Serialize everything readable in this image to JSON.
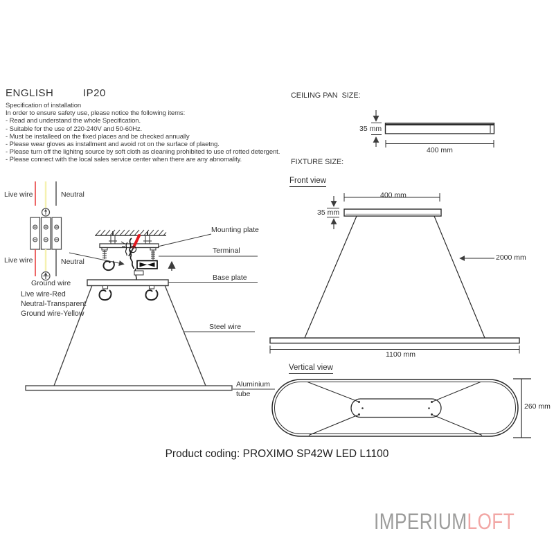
{
  "header": {
    "language": "ENGLISH",
    "ip_rating": "IP20"
  },
  "specification": {
    "title": "Specification of installation",
    "intro": "In order to ensure safety use, please notice the following items:",
    "items": [
      "- Read and understand the whole Specification.",
      "- Suitable for the use of 220-240V and 50-60Hz.",
      "- Must be installeed on the fixed places and be checked annually",
      "- Please wear gloves as installment and avoid rot on the surface of plaetng.",
      "- Please turn off the lighitng source by soft cloth as cleaning prohibited to use of rotted detergent.",
      "- Please connect with the local sales service center when there are any abnomality."
    ]
  },
  "wiring": {
    "label_live_top": "Live wire",
    "label_neutral_top": "Neutral",
    "label_live_bottom": "Live wire",
    "label_neutral_bottom": "Neutral",
    "label_ground": "Ground wire",
    "legend": [
      "Live wire-Red",
      "Neutral-Transparent",
      "Ground wire-Yellow"
    ],
    "colors": {
      "live_wire": "#e8403f",
      "neutral_wire": "#5f5f5f",
      "ground_wire": "#f5f1b0"
    }
  },
  "installation": {
    "labels": {
      "mounting_plate": "Mounting plate",
      "terminal": "Terminal",
      "base_plate": "Base plate",
      "steel_wire": "Steel wire",
      "aluminium_tube_line1": "Aluminium",
      "aluminium_tube_line2": "tube"
    }
  },
  "ceiling_pan": {
    "title": "CEILING PAN  SIZE:",
    "height_dim": "35 mm",
    "width_dim": "400 mm"
  },
  "fixture_size": {
    "title": "FIXTURE SIZE:",
    "front_view": {
      "title": "Front view",
      "canopy_width_dim": "400 mm",
      "canopy_height_dim": "35 mm",
      "suspension_length_dim": "2000 mm",
      "fixture_length_dim": "1100 mm"
    },
    "vertical_view": {
      "title": "Vertical view",
      "depth_dim": "260 mm"
    }
  },
  "footer": {
    "product_coding": "Product coding: PROXIMO SP42W LED L1100"
  },
  "brand": {
    "word1": "IMPERIUM",
    "word2": "LOFT",
    "color_word1": "#9c9c9b",
    "color_word2": "#f2a7a5"
  }
}
